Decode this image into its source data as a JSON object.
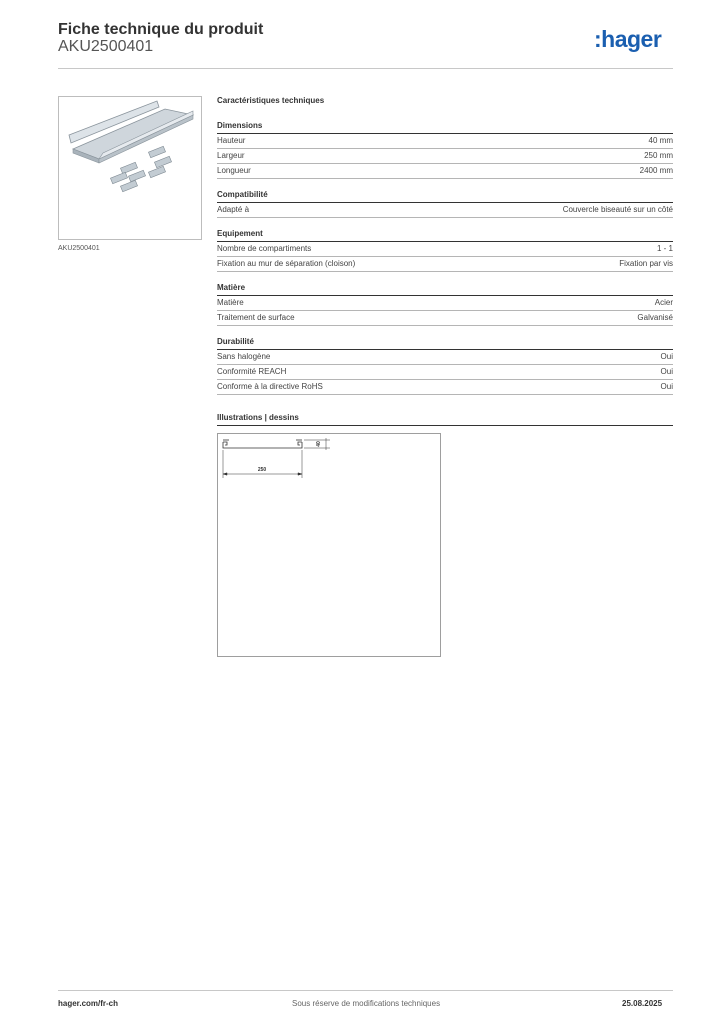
{
  "header": {
    "title": "Fiche technique du produit",
    "reference": "AKU2500401",
    "logo": ":hager",
    "logo_color": "#1b5fb0"
  },
  "product": {
    "caption": "AKU2500401"
  },
  "specs": {
    "heading": "Caractéristiques techniques",
    "sections": [
      {
        "title": "Dimensions",
        "rows": [
          {
            "label": "Hauteur",
            "value": "40 mm"
          },
          {
            "label": "Largeur",
            "value": "250 mm"
          },
          {
            "label": "Longueur",
            "value": "2400 mm"
          }
        ]
      },
      {
        "title": "Compatibilité",
        "rows": [
          {
            "label": "Adapté à",
            "value": "Couvercle biseauté sur un côté"
          }
        ]
      },
      {
        "title": "Equipement",
        "rows": [
          {
            "label": "Nombre de compartiments",
            "value": "1 - 1"
          },
          {
            "label": "Fixation au mur de séparation (cloison)",
            "value": "Fixation par vis"
          }
        ]
      },
      {
        "title": "Matière",
        "rows": [
          {
            "label": "Matière",
            "value": "Acier"
          },
          {
            "label": "Traitement de surface",
            "value": "Galvanisé"
          }
        ]
      },
      {
        "title": "Durabilité",
        "rows": [
          {
            "label": "Sans halogène",
            "value": "Oui"
          },
          {
            "label": "Conformité REACH",
            "value": "Oui"
          },
          {
            "label": "Conforme à la directive RoHS",
            "value": "Oui"
          }
        ]
      }
    ]
  },
  "illustrations": {
    "heading": "Illustrations | dessins",
    "width_label": "250",
    "height_label": "40"
  },
  "footer": {
    "website": "hager.com/fr-ch",
    "disclaimer": "Sous réserve de modifications techniques",
    "date": "25.08.2025"
  }
}
